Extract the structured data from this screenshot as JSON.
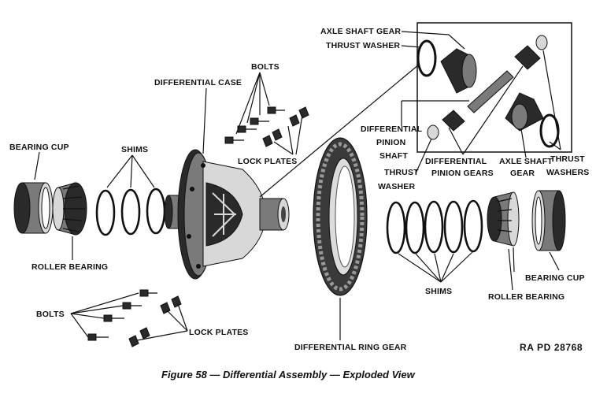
{
  "labels": {
    "axle_shaft_gear_top": "AXLE SHAFT GEAR",
    "thrust_washer_top": "THRUST WASHER",
    "bolts_top": "BOLTS",
    "differential_case": "DIFFERENTIAL CASE",
    "bearing_cup_left": "BEARING CUP",
    "shims_left": "SHIMS",
    "differential_pinion_shaft_1": "DIFFERENTIAL",
    "differential_pinion_shaft_2": "PINION",
    "differential_pinion_shaft_3": "SHAFT",
    "lock_plates_top": "LOCK PLATES",
    "thrust_washer_mid_1": "THRUST",
    "thrust_washer_mid_2": "WASHER",
    "differential_pinion_gears_1": "DIFFERENTIAL",
    "differential_pinion_gears_2": "PINION GEARS",
    "axle_shaft_gear_right_1": "AXLE SHAFT",
    "axle_shaft_gear_right_2": "GEAR",
    "thrust_washers_right_1": "THRUST",
    "thrust_washers_right_2": "WASHERS",
    "roller_bearing_left": "ROLLER BEARING",
    "bearing_cup_right": "BEARING CUP",
    "shims_right": "SHIMS",
    "roller_bearing_right": "ROLLER BEARING",
    "bolts_bottom": "BOLTS",
    "lock_plates_bottom": "LOCK PLATES",
    "differential_ring_gear": "DIFFERENTIAL RING GEAR"
  },
  "reference_number": "RA PD 28768",
  "caption": "Figure 58 — Differential Assembly — Exploded View"
}
